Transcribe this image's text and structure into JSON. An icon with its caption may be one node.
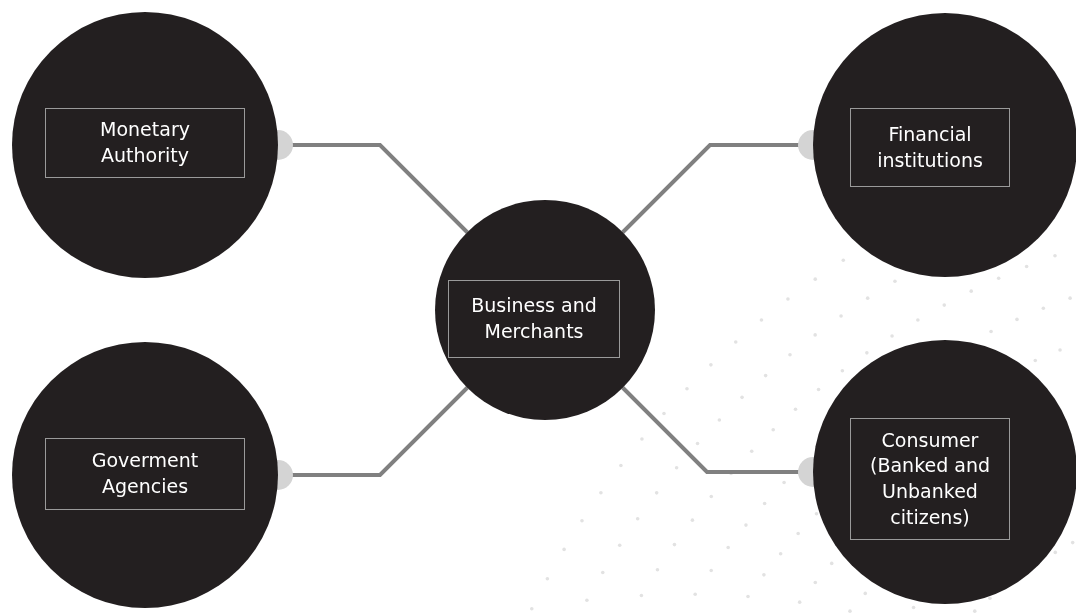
{
  "diagram": {
    "nodes": [
      {
        "text": [
          "Monetary Authority"
        ]
      },
      {
        "text": [
          "Financial institutions"
        ]
      },
      {
        "text": [
          "Business and Merchants"
        ]
      },
      {
        "text": [
          "Goverment Agencies"
        ]
      },
      {
        "text": [
          "Consumer (Banked and Unbanked citizens)"
        ]
      }
    ],
    "edges": [
      {
        "from": 0,
        "to": 2,
        "arrow": "other"
      },
      {
        "from": 1,
        "to": 2,
        "arrow": "other"
      },
      {
        "from": 3,
        "to": 2,
        "arrow": "other"
      },
      {
        "from": 4,
        "to": 2,
        "arrow": "other"
      }
    ]
  }
}
